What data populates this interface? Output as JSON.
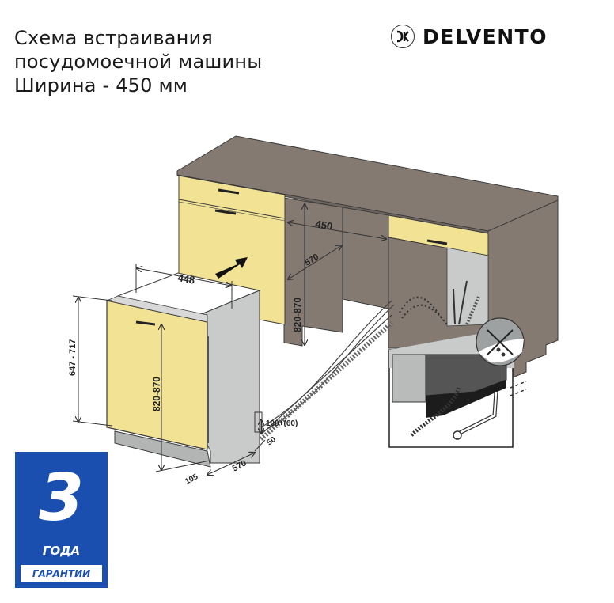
{
  "header": {
    "title_lines": [
      "Схема встраивания",
      "посудомоечной машины",
      "Ширина - 450 мм"
    ],
    "brand": "DELVENTO",
    "brand_icon": "delvento-logo-icon"
  },
  "diagram": {
    "niche_dimensions": {
      "width": "450",
      "depth": "570",
      "height": "820-870"
    },
    "appliance_dimensions": {
      "width": "448",
      "door_height": "647 - 717",
      "height": "820-870",
      "depth": "570",
      "plinth_offset": "105",
      "rear_gap": "50",
      "plinth_height": "100+(60)"
    },
    "colors": {
      "countertop": "#857a72",
      "cabinet_front": "#f2e394",
      "appliance_side": "#c9cbcb",
      "outline": "#3a3a3a"
    }
  },
  "warranty_badge": {
    "number": "3",
    "years_label": "ГОДА",
    "guarantee_label": "ГАРАНТИИ",
    "color": "#1a4fb0"
  }
}
